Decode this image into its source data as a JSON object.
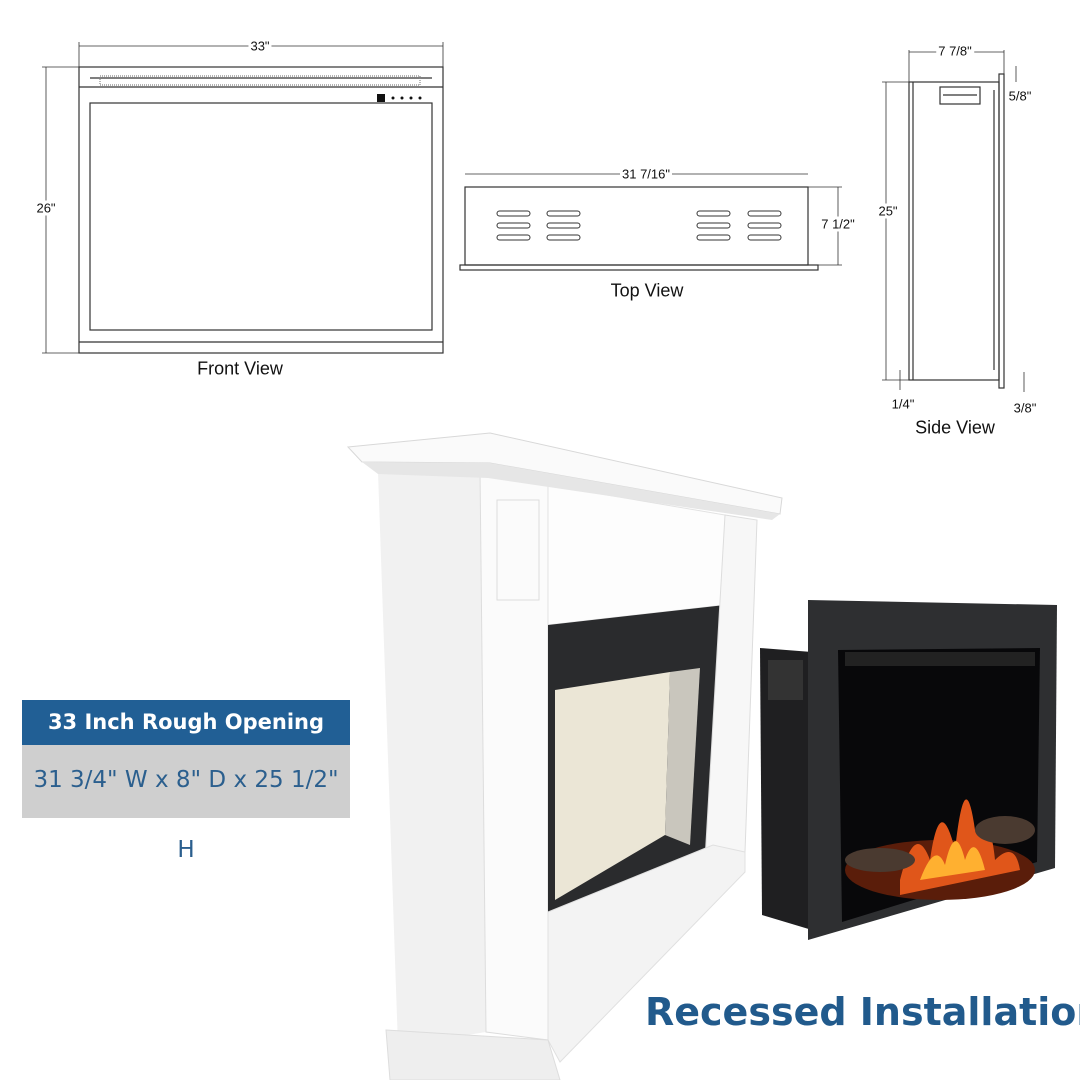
{
  "front_view": {
    "width_label": "33\"",
    "height_label": "26\"",
    "caption": "Front View"
  },
  "top_view": {
    "width_label": "31 7/16\"",
    "depth_label": "7 1/2\"",
    "caption": "Top View"
  },
  "side_view": {
    "depth_label": "7 7/8\"",
    "height_label": "25\"",
    "flange_label": "5/8\"",
    "foot_label": "1/4\"",
    "bottom_label": "3/8\"",
    "caption": "Side View"
  },
  "spec_box": {
    "title": "33 Inch Rough Opening",
    "value": "31 3/4\" W x 8\" D x 25 1/2\" H"
  },
  "headline": "Recessed Installation",
  "colors": {
    "accent_blue": "#215f95",
    "spec_gray": "#cfcfcf",
    "text_blue": "#2b5f8e"
  }
}
